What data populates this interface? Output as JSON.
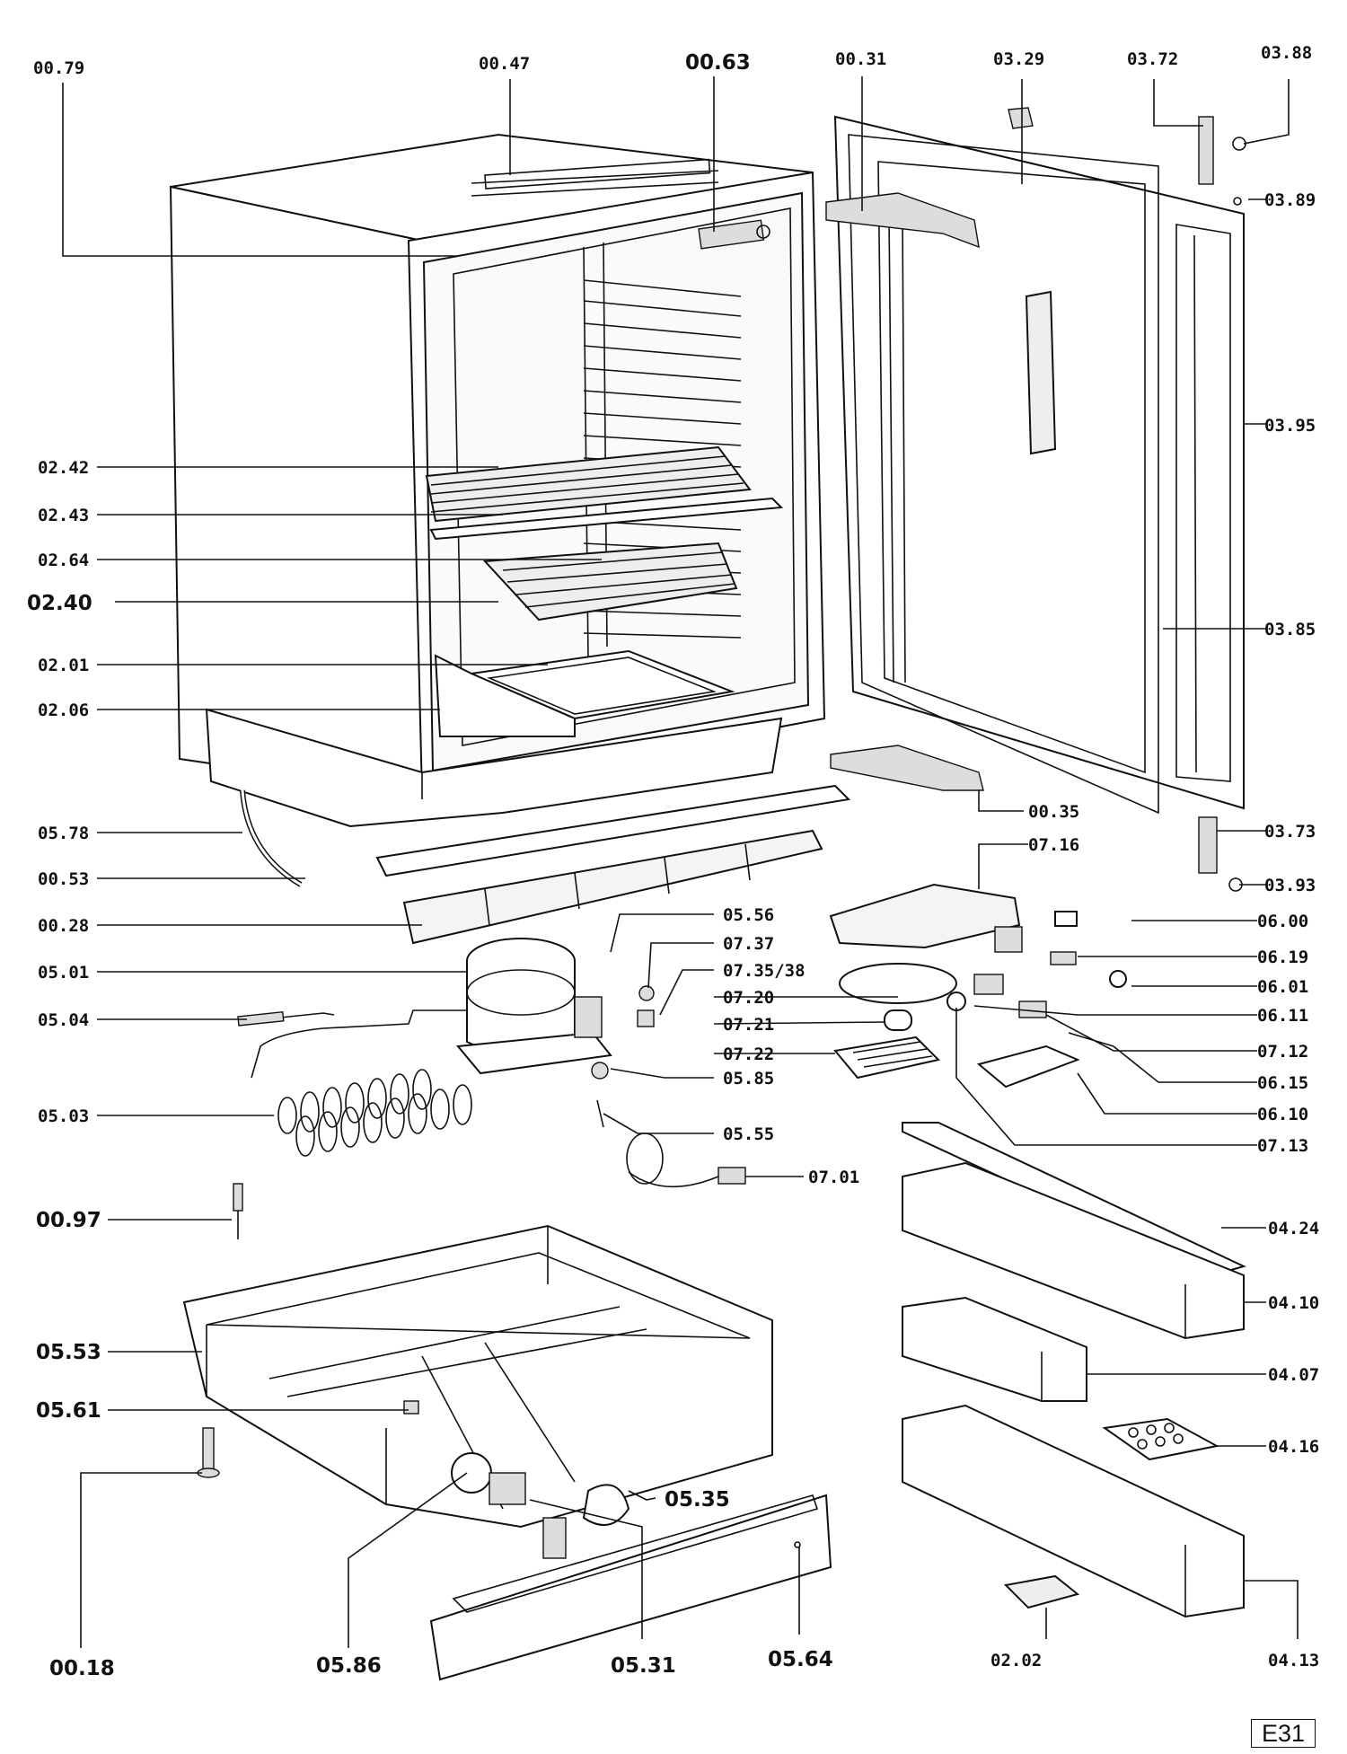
{
  "sheet_code": "E31",
  "labels": {
    "p0079": "00.79",
    "p0047": "00.47",
    "p0063": "00.63",
    "p0031": "00.31",
    "p0329": "03.29",
    "p0372": "03.72",
    "p0388": "03.88",
    "p0389": "03.89",
    "p0395": "03.95",
    "p0385": "03.85",
    "p0242": "02.42",
    "p0243": "02.43",
    "p0264": "02.64",
    "p0240": "02.40",
    "p0201": "02.01",
    "p0206": "02.06",
    "p0035": "00.35",
    "p0578": "05.78",
    "p0053": "00.53",
    "p0028": "00.28",
    "p0716": "07.16",
    "p0373": "03.73",
    "p0393": "03.93",
    "p0556": "05.56",
    "p0737": "07.37",
    "p073538": "07.35/38",
    "p0600": "06.00",
    "p0619": "06.19",
    "p0501": "05.01",
    "p0720": "07.20",
    "p0601": "06.01",
    "p0504": "05.04",
    "p0721": "07.21",
    "p0611": "06.11",
    "p0722": "07.22",
    "p0712": "07.12",
    "p0585": "05.85",
    "p0615": "06.15",
    "p0503": "05.03",
    "p0610": "06.10",
    "p0555": "05.55",
    "p0713": "07.13",
    "p0701": "07.01",
    "p0097": "00.97",
    "p0424": "04.24",
    "p0410": "04.10",
    "p0553": "05.53",
    "p0407": "04.07",
    "p0561": "05.61",
    "p0416": "04.16",
    "p0535": "05.35",
    "p0018": "00.18",
    "p0586": "05.86",
    "p0531": "05.31",
    "p0564": "05.64",
    "p0202": "02.02",
    "p0413": "04.13"
  }
}
